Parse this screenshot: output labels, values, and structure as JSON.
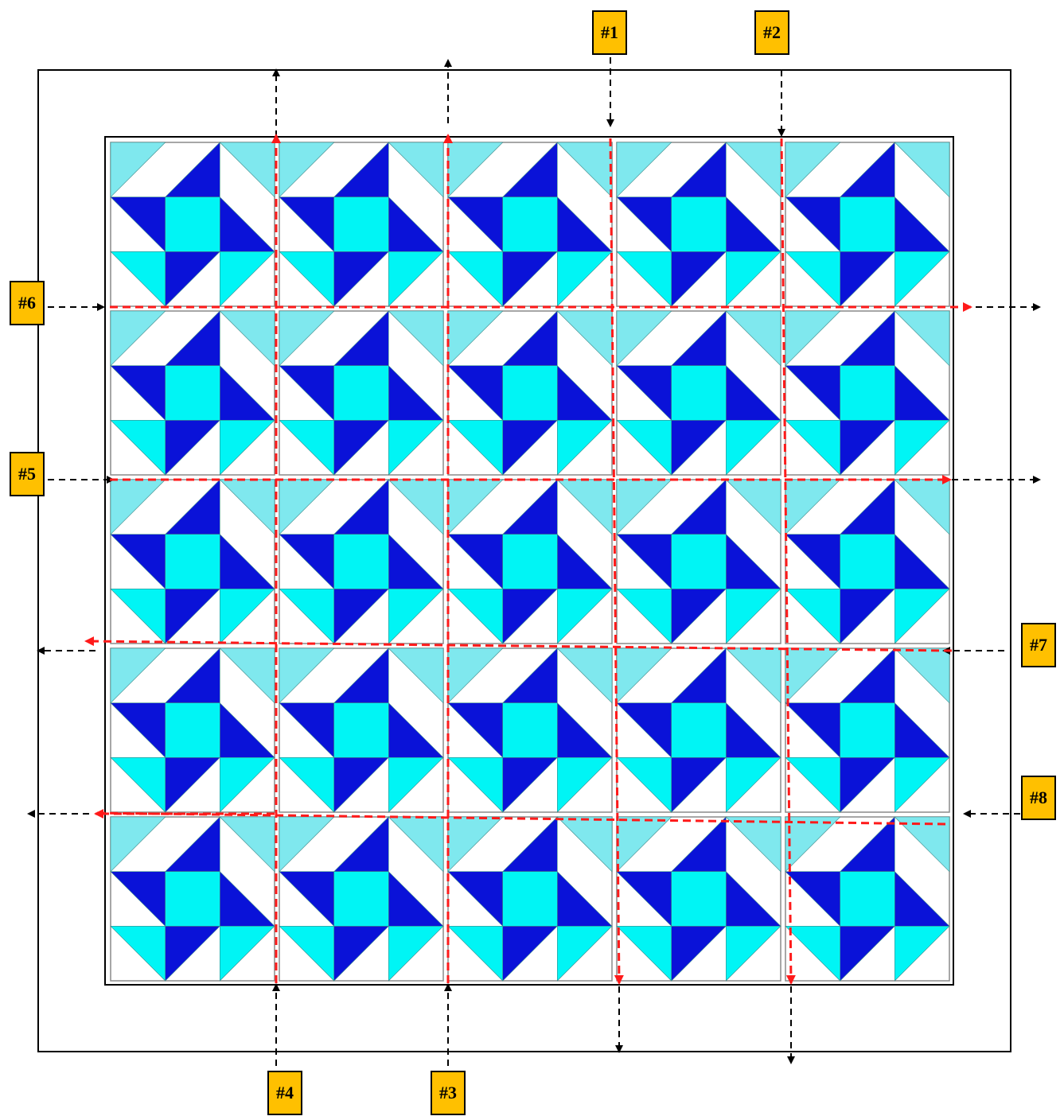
{
  "diagram": {
    "grid": {
      "rows": 5,
      "cols": 5
    },
    "colors": {
      "dark_blue": "#0a12d8",
      "cyan": "#00f5f5",
      "light_cyan": "#7fe8ee",
      "white": "#ffffff",
      "block_border": "#8a8a8a",
      "cut_line": "#ff1a1a",
      "guide_arrow": "#000000",
      "label_fill": "#ffc000"
    },
    "cut_labels": [
      {
        "id": "1",
        "text": "#1"
      },
      {
        "id": "2",
        "text": "#2"
      },
      {
        "id": "3",
        "text": "#3"
      },
      {
        "id": "4",
        "text": "#4"
      },
      {
        "id": "5",
        "text": "#5"
      },
      {
        "id": "6",
        "text": "#6"
      },
      {
        "id": "7",
        "text": "#7"
      },
      {
        "id": "8",
        "text": "#8"
      }
    ],
    "icons": [
      "dashed-arrow-icon",
      "red-cut-arrow-icon"
    ]
  }
}
